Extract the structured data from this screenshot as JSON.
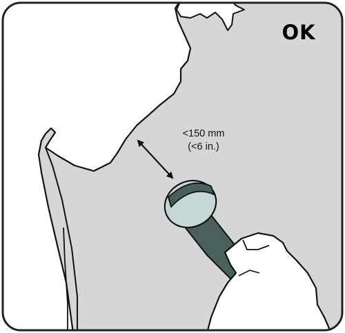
{
  "status": {
    "label": "OK"
  },
  "distance": {
    "metric": "<150 mm",
    "imperial": "(<6 in.)"
  },
  "colors": {
    "background": "#d6d6d6",
    "frame": "#222222",
    "mic_body": "#4a605d",
    "mic_grille": "#c7d6d6",
    "mic_band": "#4a605d",
    "hand": "#ffffff"
  }
}
